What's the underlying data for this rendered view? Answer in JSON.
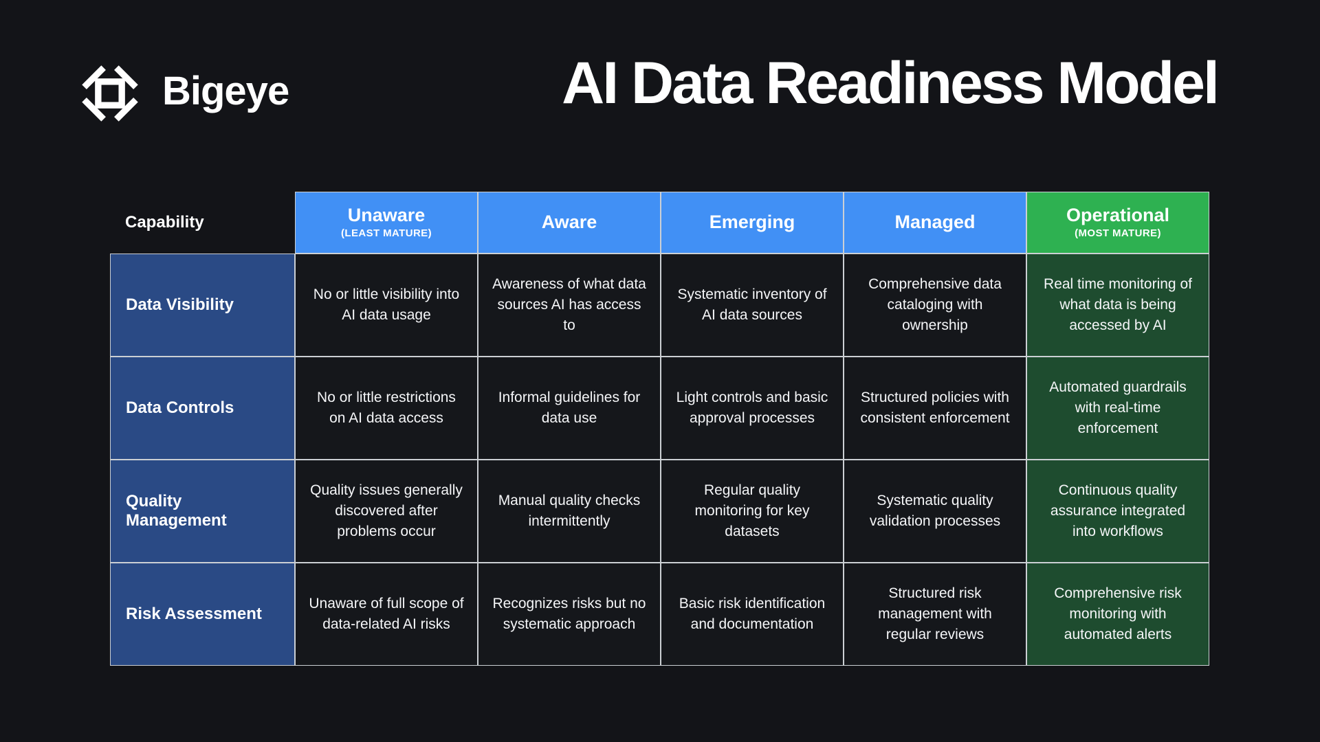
{
  "brand": {
    "name": "Bigeye"
  },
  "page": {
    "title": "AI Data Readiness Model"
  },
  "colors": {
    "background": "#131418",
    "header_blue": "#4190f5",
    "header_green": "#2eb151",
    "capability_navy": "#2a4a85",
    "cell_dark": "#15171b",
    "cell_dark_green": "#1e4c2f",
    "border_light": "#ccd0d4",
    "text_white": "#ffffff"
  },
  "icons": {
    "logo": "bigeye-diamond-pinwheel-icon"
  },
  "table": {
    "capability_header": "Capability",
    "columns": [
      {
        "label": "Unaware",
        "sublabel": "(LEAST MATURE)",
        "type": "blue"
      },
      {
        "label": "Aware",
        "sublabel": "",
        "type": "blue"
      },
      {
        "label": "Emerging",
        "sublabel": "",
        "type": "blue"
      },
      {
        "label": "Managed",
        "sublabel": "",
        "type": "blue"
      },
      {
        "label": "Operational",
        "sublabel": "(MOST MATURE)",
        "type": "green"
      }
    ],
    "rows": [
      {
        "capability": "Data Visibility",
        "cells": [
          "No or little visibility into AI data usage",
          "Awareness of what data sources AI has access to",
          "Systematic inventory of AI data sources",
          "Comprehensive data cataloging with ownership",
          "Real time monitoring of what data is being accessed by AI"
        ]
      },
      {
        "capability": "Data Controls",
        "cells": [
          "No or little restrictions on AI data access",
          "Informal guidelines for data use",
          "Light controls and basic approval processes",
          "Structured policies with consistent enforcement",
          "Automated guardrails with real-time enforcement"
        ]
      },
      {
        "capability": "Quality Management",
        "cells": [
          "Quality issues generally discovered after problems occur",
          "Manual quality checks intermittently",
          "Regular quality monitoring for key datasets",
          "Systematic quality validation processes",
          "Continuous quality assurance integrated into workflows"
        ]
      },
      {
        "capability": "Risk Assessment",
        "cells": [
          "Unaware of full scope of data-related AI risks",
          "Recognizes risks but no systematic approach",
          "Basic risk identification and documentation",
          "Structured risk management with regular reviews",
          "Comprehensive risk monitoring with automated alerts"
        ]
      }
    ]
  }
}
